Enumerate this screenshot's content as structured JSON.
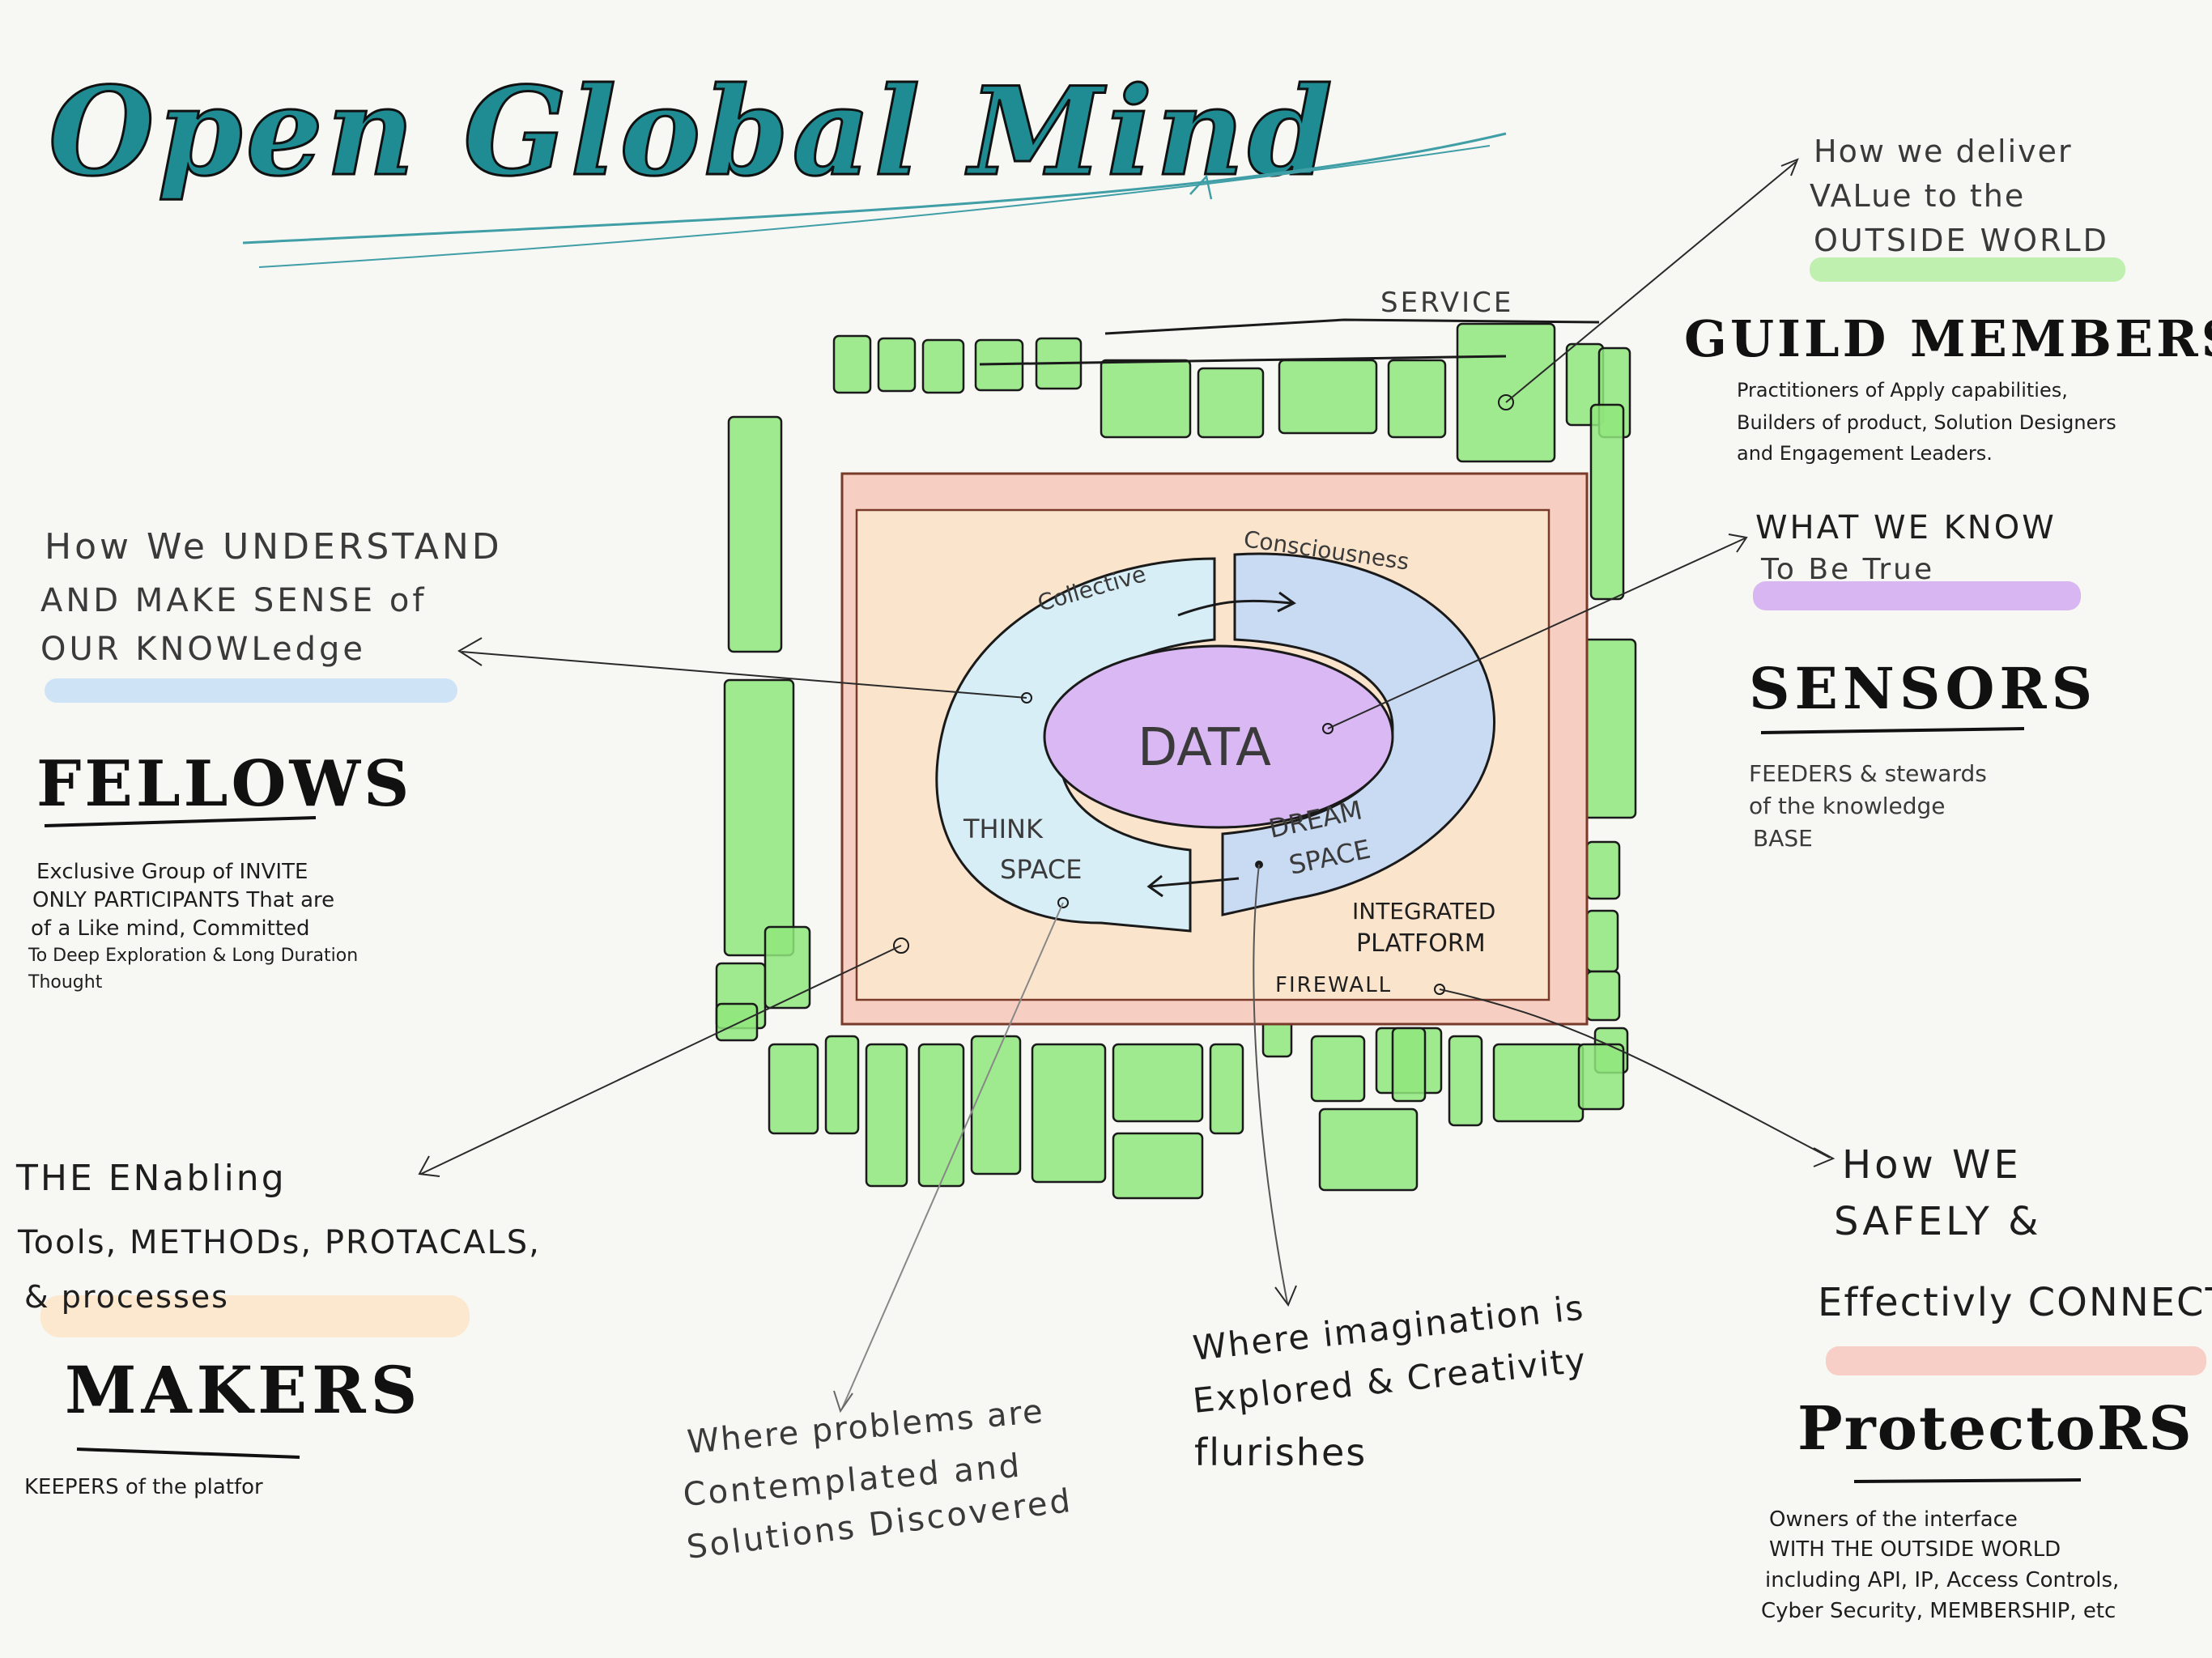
{
  "title": "Open Global Mind",
  "colors": {
    "title_teal": "#1f8c93",
    "green": "#8fe67c",
    "data_purple": "#d9b8f3",
    "collective_blue": "#d7eef6",
    "consciousness_blue": "#c9daf3",
    "platform_orange": "#fbe4cc",
    "firewall_pink": "#f6cfc2",
    "highlight_blue": "#cfe3f7",
    "highlight_purple": "#d8b6f2",
    "highlight_green": "#bff0b0",
    "highlight_orange": "#fbe8cf",
    "highlight_pink": "#f8cfc6"
  },
  "diagram": {
    "service": "SERVICE",
    "collective": "Collective",
    "consciousness": "Consciousness",
    "data": "DATA",
    "think_space_1": "THINK",
    "think_space_2": "SPACE",
    "dream_space_1": "DREAM",
    "dream_space_2": "SPACE",
    "integrated_1": "INTEGRATED",
    "integrated_2": "PLATFORM",
    "firewall": "FIREWALL"
  },
  "annotations": {
    "deliver": [
      "How we deliver",
      "VALue to the",
      "OUTSIDE WORLD"
    ],
    "know": [
      "WHAT WE KNOW",
      "To Be True"
    ],
    "understand": [
      "How We UNDERSTAND",
      "AND MAKE SENSE of",
      "OUR KNOWLedge"
    ],
    "enabling": [
      "THE ENabling",
      "Tools, METHODs, PROTACALS,",
      "& processes"
    ],
    "problems": [
      "Where problems are",
      "Contemplated and",
      "Solutions Discovered"
    ],
    "imagination": [
      "Where imagination is",
      "Explored & Creativity",
      "flurishes"
    ],
    "connect": [
      "How WE",
      "SAFELY &",
      "Effectivly CONNECT"
    ]
  },
  "roles": {
    "guild": {
      "title": "GUILD MEMBERS",
      "desc": [
        "Practitioners of Apply capabilities,",
        "Builders of product, Solution Designers",
        "and Engagement Leaders."
      ]
    },
    "sensors": {
      "title": "SENSORS",
      "desc": [
        "FEEDERS & stewards",
        "of the knowledge",
        "BASE"
      ]
    },
    "fellows": {
      "title": "FELLOWS",
      "desc": [
        "Exclusive Group of INVITE",
        "ONLY PARTICIPANTS That are",
        "of a Like mind, Committed",
        "To Deep Exploration & Long Duration",
        "Thought"
      ]
    },
    "makers": {
      "title": "MAKERS",
      "desc": [
        "KEEPERS of the platfor"
      ]
    },
    "protectors": {
      "title": "ProtectoRS",
      "desc": [
        "Owners of the interface",
        "WITH THE OUTSIDE WORLD",
        "including API, IP, Access Controls,",
        "Cyber Security, MEMBERSHIP, etc"
      ]
    }
  }
}
